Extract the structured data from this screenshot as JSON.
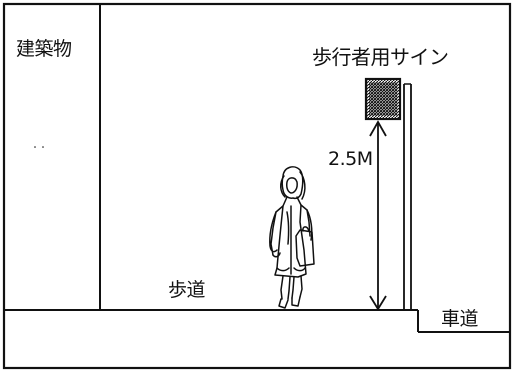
{
  "labels": {
    "building": "建築物",
    "sign": "歩行者用サイン",
    "height": "2.5M",
    "sidewalk": "歩道",
    "roadway": "車道"
  },
  "colors": {
    "line": "#111111",
    "background": "#ffffff"
  }
}
